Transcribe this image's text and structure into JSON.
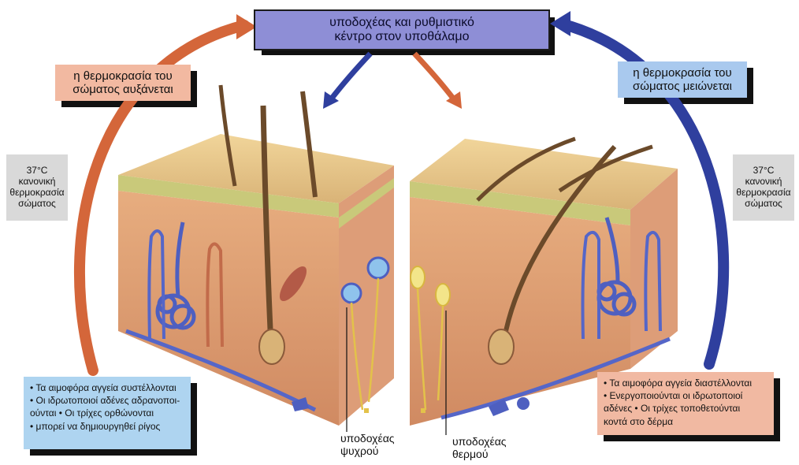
{
  "center": {
    "line1": "υποδοχέας και ρυθμιστικό",
    "line2": "κέντρο στον υποθάλαμο"
  },
  "left": {
    "title_line1": "η θερμοκρασία του",
    "title_line2": "σώματος αυξάνεται",
    "normal": [
      "37°C",
      "κανονική",
      "θερμοκρασία",
      "σώματος"
    ],
    "effects": [
      "• Τα αιμοφόρα αγγεία συστέλλονται",
      "• Οι ιδρωτοποιοί αδένες αδρανοποι-",
      "ούνται • Οι τρίχες ορθώνονται",
      "• μπορεί να δημιουργηθεί ρίγος"
    ]
  },
  "right": {
    "title_line1": "η θερμοκρασία του",
    "title_line2": "σώματος μειώνεται",
    "normal": [
      "37°C",
      "κανονική",
      "θερμοκρασία",
      "σώματος"
    ],
    "effects": [
      "• Τα αιμοφόρα αγγεία διαστέλλονται",
      "• Ενεργοποιούνται οι ιδρωτοποιοί",
      "αδένες • Οι τρίχες τοποθετούνται",
      "κοντά στο δέρμα"
    ]
  },
  "receptors": {
    "cold_line1": "υποδοχέας",
    "cold_line2": "ψυχρού",
    "warm_line1": "υποδοχέας",
    "warm_line2": "θερμού"
  },
  "colors": {
    "warm_arrow": "#d4663a",
    "cool_arrow": "#2f3f9e",
    "skin": "#d99a6c",
    "dermis": "#e6a882",
    "vessel_blue": "#5566c8",
    "hair": "#6b4a2a"
  }
}
